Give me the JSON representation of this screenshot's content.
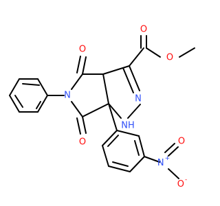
{
  "molecule": {
    "atoms": {
      "o_ester_carbonyl": {
        "text": "O",
        "color": "#ff0d0d"
      },
      "o_ester_ether": {
        "text": "O",
        "color": "#ff0d0d"
      },
      "o_upper_carbonyl": {
        "text": "O",
        "color": "#ff0d0d"
      },
      "o_lower_carbonyl": {
        "text": "O",
        "color": "#ff0d0d"
      },
      "n_imide": {
        "text": "N",
        "color": "#3050f8"
      },
      "n_pyrazoline_eq": {
        "text": "N",
        "color": "#3050f8"
      },
      "n_pyrazoline_nh": {
        "text": "NH",
        "color": "#3050f8"
      },
      "n_nitro": {
        "text": "N",
        "charge": "+",
        "color": "#3050f8"
      },
      "o_nitro_top": {
        "text": "O",
        "color": "#ff0d0d"
      },
      "o_nitro_bottom": {
        "text": "O",
        "charge": "-",
        "color": "#ff0d0d"
      }
    }
  }
}
